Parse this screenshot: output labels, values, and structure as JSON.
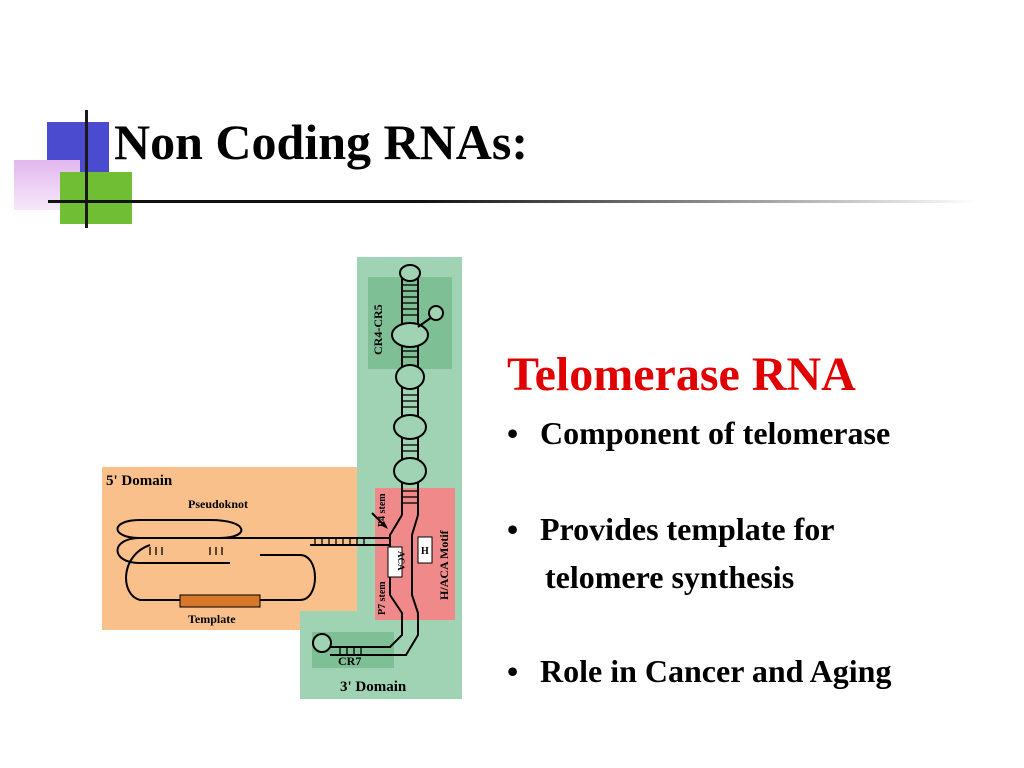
{
  "slide": {
    "title": "Non Coding RNAs:"
  },
  "content": {
    "heading": "Telomerase RNA",
    "heading_color": "#e00000",
    "bullets": [
      {
        "text": "Component of telomerase"
      },
      {
        "text": "Provides template for",
        "continuation": "telomere synthesis"
      },
      {
        "text": "Role in Cancer and Aging"
      }
    ]
  },
  "diagram": {
    "labels": {
      "domain5": "5' Domain",
      "pseudoknot": "Pseudoknot",
      "template": "Template",
      "cr4cr5": "CR4-CR5",
      "p4stem": "P4 stem",
      "p7stem": "P7 stem",
      "haca": "H/ACA Motif",
      "h": "H",
      "aca": "ACA",
      "cr7": "CR7",
      "domain3": "3' Domain"
    },
    "colors": {
      "domain5": "#f9c08c",
      "domain3": "#9fd3b3",
      "haca": "#f08a8a",
      "template": "#d8762a"
    }
  }
}
